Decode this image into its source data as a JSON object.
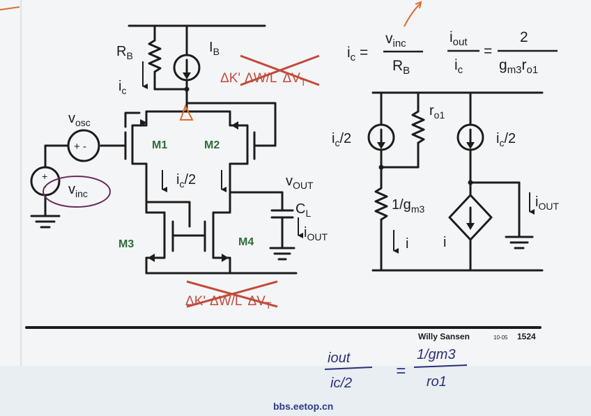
{
  "colors": {
    "ink": "#1c1c1c",
    "slide": "#f4f5f6",
    "back_page": "#d3dfe7",
    "device_green": "#2f6b3a",
    "cross_red": "#c24a3b",
    "pen_blue": "#2b2f7a",
    "pen_purple": "#6a2a5a",
    "pen_orange": "#e06a2a"
  },
  "left_circuit": {
    "rb": {
      "main": "R",
      "sub": "B"
    },
    "ib": {
      "main": "I",
      "sub": "B"
    },
    "ic": {
      "main": "i",
      "sub": "c"
    },
    "vosc": {
      "main": "v",
      "sub": "osc"
    },
    "vinc": {
      "main": "v",
      "sub": "inc"
    },
    "source_signs": "+ -",
    "m1": "M1",
    "m2": "M2",
    "m3": "M3",
    "m4": "M4",
    "ic_half": {
      "main": "i",
      "sub": "c",
      "tail": "/2"
    },
    "vout": {
      "main": "v",
      "sub": "OUT"
    },
    "cl": {
      "main": "C",
      "sub": "L"
    },
    "iout": {
      "main": "i",
      "sub": "OUT"
    },
    "mismatch_top": {
      "a": "ΔK'",
      "b": "ΔW/L",
      "c": "ΔV",
      "c_sub": "T"
    },
    "mismatch_bottom": {
      "a": "ΔK'",
      "b": "ΔW/L",
      "c": "ΔV",
      "c_sub": "T"
    }
  },
  "equations": {
    "eq1": {
      "lhs_main": "i",
      "lhs_sub": "c",
      "num_main": "v",
      "num_sub": "inc",
      "den_main": "R",
      "den_sub": "B"
    },
    "eq2": {
      "lhs_num_main": "i",
      "lhs_num_sub": "out",
      "lhs_den_main": "i",
      "lhs_den_sub": "c",
      "rhs_num": "2",
      "rhs_den_main": "g",
      "rhs_den_sub1": "m3",
      "rhs_den_r": "r",
      "rhs_den_sub2": "o1"
    }
  },
  "right_circuit": {
    "ic_half_left": {
      "main": "i",
      "sub": "c",
      "tail": "/2"
    },
    "ic_half_right": {
      "main": "i",
      "sub": "c",
      "tail": "/2"
    },
    "ro1": {
      "main": "r",
      "sub": "o1"
    },
    "gm3": {
      "pre": "1/g",
      "sub": "m3"
    },
    "i_left": "i",
    "i_right": "i",
    "iout": {
      "main": "i",
      "sub": "OUT"
    }
  },
  "footer": {
    "author": "Willy Sansen",
    "code": "10-05",
    "page": "1524"
  },
  "handwriting": {
    "lhs_num": "iout",
    "lhs_den": "ic/2",
    "equals": "=",
    "rhs_num": "1/gm3",
    "rhs_den": "ro1"
  },
  "watermark": "bbs.eetop.cn"
}
